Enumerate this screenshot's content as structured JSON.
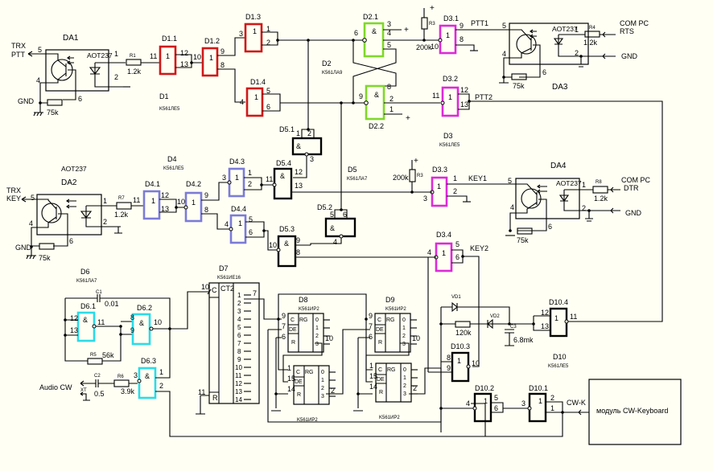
{
  "colors": {
    "background": "#fffff4",
    "d1": "#d01818",
    "d2": "#7fd82a",
    "d3": "#dd2ad8",
    "d4": "#7b7bd8",
    "d6": "#2adbe8",
    "d5_d10": "#000000"
  },
  "optocouplers": {
    "da1": {
      "name": "DA1",
      "part": "AOT237",
      "in_label_1": "TRX",
      "in_label_2": "PTT",
      "gnd": "GND",
      "res": "R1",
      "res_val": "1.2k",
      "res2_val": "75k",
      "pins": [
        "5",
        "4",
        "6",
        "1",
        "2"
      ]
    },
    "da2": {
      "name": "DA2",
      "part": "AOT237",
      "part_top": "AOT237",
      "in_label_1": "TRX",
      "in_label_2": "KEY",
      "gnd": "GND",
      "res": "R7",
      "res_val": "1.2k",
      "res2_val": "75k",
      "pins": [
        "5",
        "4",
        "6",
        "1",
        "2"
      ]
    },
    "da3": {
      "name": "DA3",
      "part": "AOT237",
      "out_label_1": "COM PC",
      "out_label_2": "RTS",
      "gnd": "GND",
      "res": "R4",
      "res_val": "1.2k",
      "res2_val": "75k",
      "pins": [
        "5",
        "4",
        "6",
        "1",
        "2"
      ]
    },
    "da4": {
      "name": "DA4",
      "part": "AOT237",
      "out_label_1": "COM PC",
      "out_label_2": "DTR",
      "gnd": "GND",
      "res": "R8",
      "res_val": "1.2k",
      "res2_val": "75k",
      "pins": [
        "5",
        "4",
        "6",
        "1",
        "2"
      ]
    }
  },
  "chips": {
    "d1": {
      "name": "D1",
      "part": "K561ЛЕ5"
    },
    "d2": {
      "name": "D2",
      "part": "K561ЛА9"
    },
    "d3": {
      "name": "D3",
      "part": "K561ЛЕ5"
    },
    "d4": {
      "name": "D4",
      "part": "K561ЛЕ5"
    },
    "d5": {
      "name": "D5",
      "part": "K561ЛА7"
    },
    "d6": {
      "name": "D6",
      "part": "K561ЛА7"
    },
    "d7": {
      "name": "D7",
      "part": "K561ИЕ16"
    },
    "d8": {
      "name": "D8",
      "part": "K561ИР2"
    },
    "d9": {
      "name": "D9",
      "part": "K561ИР2"
    },
    "d10": {
      "name": "D10",
      "part": "K561ЛЕ5"
    }
  },
  "gates": {
    "d1_1": {
      "name": "D1.1",
      "sym": "1",
      "pins": [
        "11",
        "12",
        "13"
      ]
    },
    "d1_2": {
      "name": "D1.2",
      "sym": "1",
      "pins": [
        "10",
        "9",
        "8"
      ]
    },
    "d1_3": {
      "name": "D1.3",
      "sym": "1",
      "pins": [
        "3",
        "1",
        "2"
      ]
    },
    "d1_4": {
      "name": "D1.4",
      "sym": "1",
      "pins": [
        "4",
        "5",
        "6"
      ]
    },
    "d2_1": {
      "name": "D2.1",
      "sym": "&",
      "pins": [
        "6",
        "3",
        "4",
        "5"
      ]
    },
    "d2_2": {
      "name": "D2.2",
      "sym": "&",
      "pins": [
        "9",
        "8",
        "2",
        "1"
      ]
    },
    "d3_1": {
      "name": "D3.1",
      "sym": "1",
      "pins": [
        "10",
        "9",
        "8"
      ]
    },
    "d3_2": {
      "name": "D3.2",
      "sym": "1",
      "pins": [
        "11",
        "12",
        "13"
      ]
    },
    "d3_3": {
      "name": "D3.3",
      "sym": "1",
      "pins": [
        "3",
        "1",
        "2"
      ]
    },
    "d3_4": {
      "name": "D3.4",
      "sym": "1",
      "pins": [
        "4",
        "5",
        "6"
      ]
    },
    "d4_1": {
      "name": "D4.1",
      "sym": "1",
      "pins": [
        "11",
        "12",
        "13"
      ]
    },
    "d4_2": {
      "name": "D4.2",
      "sym": "1",
      "pins": [
        "10",
        "9",
        "8"
      ]
    },
    "d4_3": {
      "name": "D4.3",
      "sym": "1",
      "pins": [
        "3",
        "1",
        "2"
      ]
    },
    "d4_4": {
      "name": "D4.4",
      "sym": "1",
      "pins": [
        "4",
        "5",
        "6"
      ]
    },
    "d5_1": {
      "name": "D5.1",
      "sym": "&",
      "pins": [
        "1",
        "2",
        "3"
      ]
    },
    "d5_2": {
      "name": "D5.2",
      "sym": "&",
      "pins": [
        "5",
        "6",
        "4"
      ]
    },
    "d5_3": {
      "name": "D5.3",
      "sym": "&",
      "pins": [
        "10",
        "9",
        "8"
      ]
    },
    "d5_4": {
      "name": "D5.4",
      "sym": "&",
      "pins": [
        "11",
        "12",
        "13"
      ]
    },
    "d6_1": {
      "name": "D6.1",
      "sym": "&",
      "pins": [
        "12",
        "13",
        "11"
      ]
    },
    "d6_2": {
      "name": "D6.2",
      "sym": "&",
      "pins": [
        "8",
        "9",
        "10"
      ]
    },
    "d6_3": {
      "name": "D6.3",
      "sym": "&",
      "pins": [
        "3",
        "1",
        "2"
      ]
    },
    "d10_1": {
      "name": "D10.1",
      "sym": "1",
      "pins": [
        "3",
        "2",
        "1"
      ]
    },
    "d10_2": {
      "name": "D10.2",
      "sym": "1",
      "pins": [
        "4",
        "5",
        "6"
      ]
    },
    "d10_3": {
      "name": "D10.3",
      "sym": "1",
      "pins": [
        "8",
        "9",
        "10"
      ]
    },
    "d10_4": {
      "name": "D10.4",
      "sym": "1",
      "pins": [
        "12",
        "13",
        "11"
      ]
    }
  },
  "counter_d7": {
    "clk_label": "C",
    "type_label": "CT2",
    "reset_label": "R",
    "clk_pin": "10",
    "reset_pin": "11",
    "extra_pin": "7",
    "outputs": [
      "1",
      "2",
      "3",
      "4",
      "5",
      "6",
      "7",
      "8",
      "9",
      "10",
      "11",
      "12",
      "13",
      "14"
    ]
  },
  "registers": {
    "clk": "C",
    "type": "RG",
    "de": "DE",
    "reset": "R",
    "outputs": [
      "0",
      "1",
      "2",
      "3"
    ],
    "d8_top_pins": [
      "9",
      "7",
      "6",
      "10"
    ],
    "d8_bot_pins": [
      "1",
      "15",
      "14",
      "2"
    ],
    "d9_top_pins": [
      "9",
      "7",
      "6",
      "10"
    ],
    "d9_bot_pins": [
      "1",
      "15",
      "14",
      "2"
    ],
    "bottom_part": "K561ИР2"
  },
  "passives": {
    "r_top_d3": {
      "name": "R3",
      "value": "200k"
    },
    "r_mid_d3": {
      "name": "R3",
      "value": "200k"
    },
    "c1": {
      "name": "C1",
      "value": "0.01"
    },
    "r5": {
      "name": "R5",
      "value": "56k"
    },
    "c2": {
      "name": "C2",
      "value": "0.5"
    },
    "r6": {
      "name": "R6",
      "value": "3.9k"
    },
    "xt": {
      "name": "XT"
    },
    "r120": {
      "name": "",
      "value": "120k"
    },
    "vd1": {
      "name": "VD1"
    },
    "vd2": {
      "name": "VD2"
    },
    "c3": {
      "name": "C3",
      "value": "6.8mk"
    }
  },
  "signals": {
    "ptt1": "PTT1",
    "ptt2": "PTT2",
    "key1": "KEY1",
    "key2": "KEY2",
    "plus": "+",
    "audio_cw": "Audio CW",
    "cw_k": "CW-K"
  },
  "module": {
    "label": "модуль CW-Keyboard"
  }
}
